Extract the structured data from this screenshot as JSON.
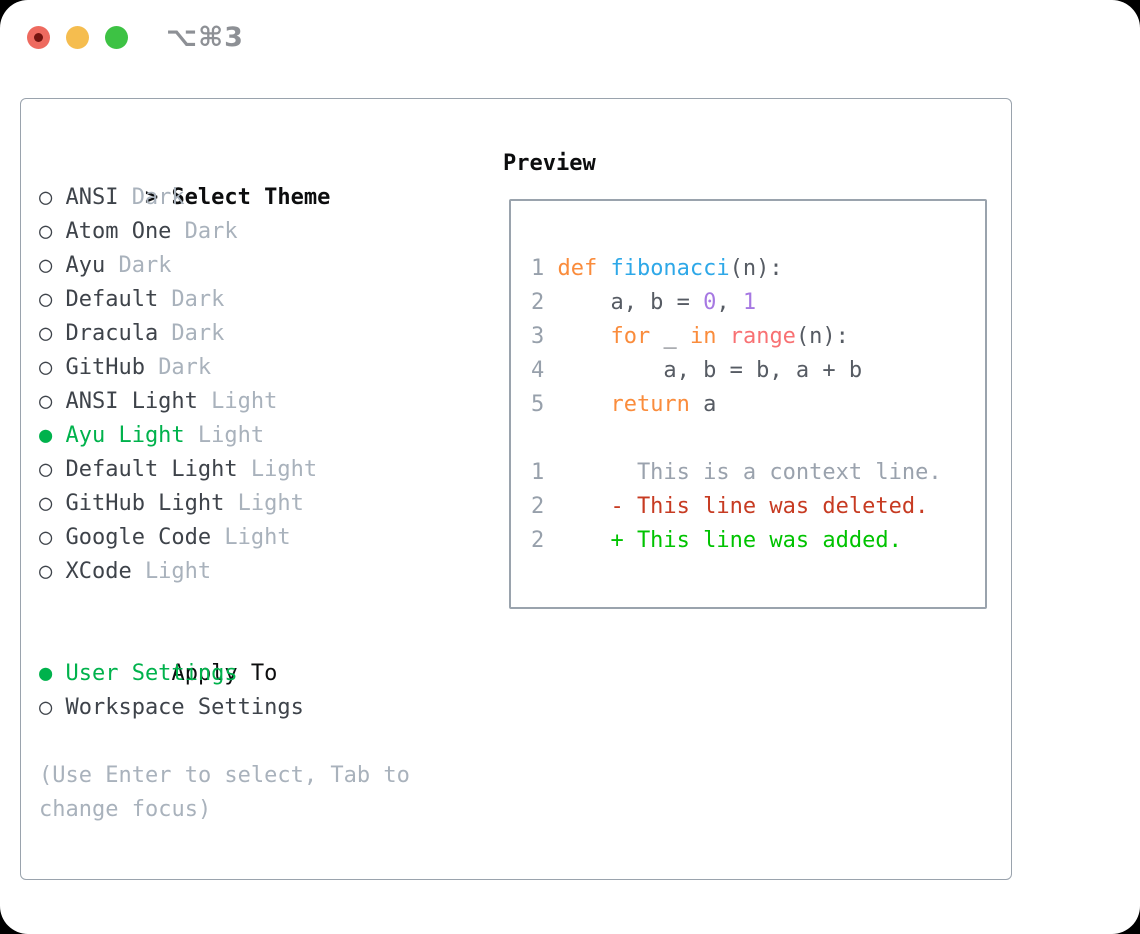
{
  "palette": {
    "keyword": "#fa8c3c",
    "function": "#2ea8e8",
    "builtin": "#f87173",
    "number": "#a678e2",
    "code": "#565b63",
    "context": "#9aa2ad",
    "deleted": "#c73b22",
    "added": "#00c300",
    "line_number": "#97a0ab",
    "selected_green": "#00b24c",
    "muted": "#a9b2bc",
    "panel_border": "#9aa3ad"
  },
  "glyphs": {
    "unselected": "○",
    "selected": "●"
  },
  "window": {
    "shortcut": "⌥⌘3"
  },
  "theme_panel": {
    "title_prefix": ">",
    "title": "Select Theme",
    "items": [
      {
        "name": "ANSI",
        "tag": "Dark",
        "selected": false
      },
      {
        "name": "Atom One",
        "tag": "Dark",
        "selected": false
      },
      {
        "name": "Ayu",
        "tag": "Dark",
        "selected": false
      },
      {
        "name": "Default",
        "tag": "Dark",
        "selected": false
      },
      {
        "name": "Dracula",
        "tag": "Dark",
        "selected": false
      },
      {
        "name": "GitHub",
        "tag": "Dark",
        "selected": false
      },
      {
        "name": "ANSI Light",
        "tag": "Light",
        "selected": false
      },
      {
        "name": "Ayu Light",
        "tag": "Light",
        "selected": true
      },
      {
        "name": "Default Light",
        "tag": "Light",
        "selected": false
      },
      {
        "name": "GitHub Light",
        "tag": "Light",
        "selected": false
      },
      {
        "name": "Google Code",
        "tag": "Light",
        "selected": false
      },
      {
        "name": "XCode",
        "tag": "Light",
        "selected": false
      }
    ],
    "apply_to": {
      "title": "Apply To",
      "options": [
        {
          "name": "User Settings",
          "selected": true
        },
        {
          "name": "Workspace Settings",
          "selected": false
        }
      ]
    },
    "hint": "(Use Enter to select, Tab to change focus)"
  },
  "preview": {
    "title": "Preview",
    "lines": [
      {
        "number": "1",
        "segments": [
          {
            "text": "def ",
            "color": "keyword"
          },
          {
            "text": "fibonacci",
            "color": "function"
          },
          {
            "text": "(n):",
            "color": "code"
          }
        ]
      },
      {
        "number": "2",
        "segments": [
          {
            "text": "    a, b = ",
            "color": "code"
          },
          {
            "text": "0",
            "color": "number"
          },
          {
            "text": ", ",
            "color": "code"
          },
          {
            "text": "1",
            "color": "number"
          }
        ]
      },
      {
        "number": "3",
        "segments": [
          {
            "text": "    ",
            "color": "code"
          },
          {
            "text": "for",
            "color": "keyword"
          },
          {
            "text": " _ ",
            "color": "code"
          },
          {
            "text": "in",
            "color": "keyword"
          },
          {
            "text": " ",
            "color": "code"
          },
          {
            "text": "range",
            "color": "builtin"
          },
          {
            "text": "(n):",
            "color": "code"
          }
        ]
      },
      {
        "number": "4",
        "segments": [
          {
            "text": "        a, b = b, a + b",
            "color": "code"
          }
        ]
      },
      {
        "number": "5",
        "segments": [
          {
            "text": "    ",
            "color": "code"
          },
          {
            "text": "return",
            "color": "keyword"
          },
          {
            "text": " a",
            "color": "code"
          }
        ]
      },
      {
        "number": "",
        "segments": []
      },
      {
        "number": "1",
        "segments": [
          {
            "text": "      This is a context line.",
            "color": "context"
          }
        ]
      },
      {
        "number": "2",
        "segments": [
          {
            "text": "    - This line was deleted.",
            "color": "deleted"
          }
        ]
      },
      {
        "number": "2",
        "segments": [
          {
            "text": "    + This line was added.",
            "color": "added"
          }
        ]
      }
    ]
  }
}
